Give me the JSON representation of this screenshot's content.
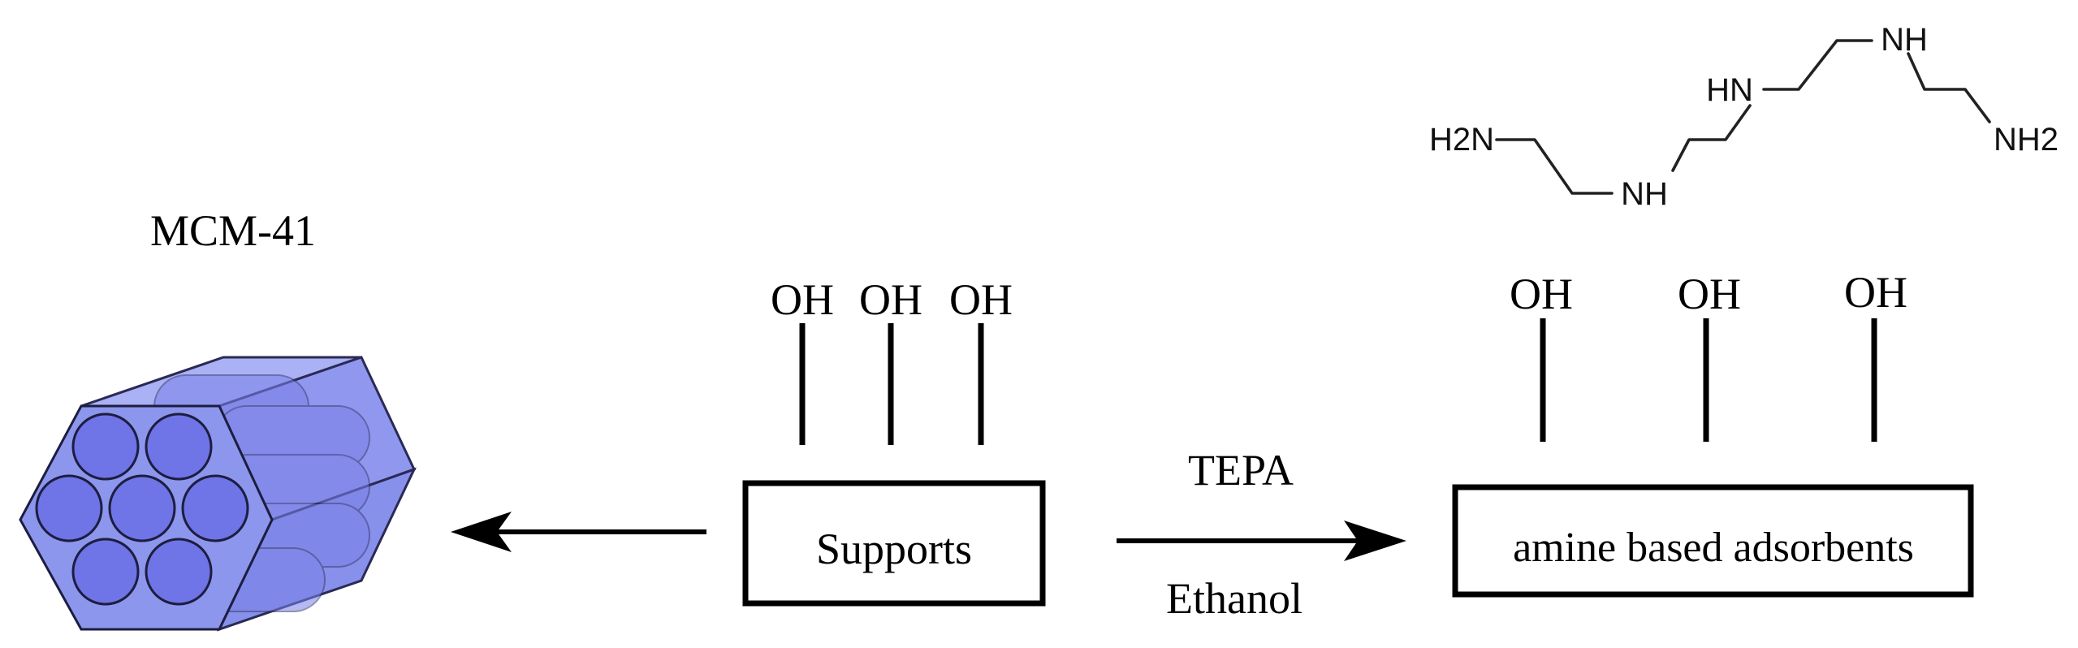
{
  "labels": {
    "material": "MCM-41",
    "supports": "Supports",
    "product": "amine based adsorbents",
    "reagent_top": "TEPA",
    "reagent_bottom": "Ethanol",
    "hydroxyl": "OH"
  },
  "tepa_structure": {
    "name": "TEPA",
    "groups": {
      "nh2_left": "H2N",
      "nh_1": "NH",
      "nh_2": "HN",
      "nh_3": "NH",
      "nh2_right": "NH2"
    }
  },
  "colors": {
    "ink": "#000000",
    "prism_face": "#8c96ec",
    "prism_edge": "#2a2a55",
    "pore": "#6f74e6",
    "pore_edge": "#1d1d40"
  }
}
